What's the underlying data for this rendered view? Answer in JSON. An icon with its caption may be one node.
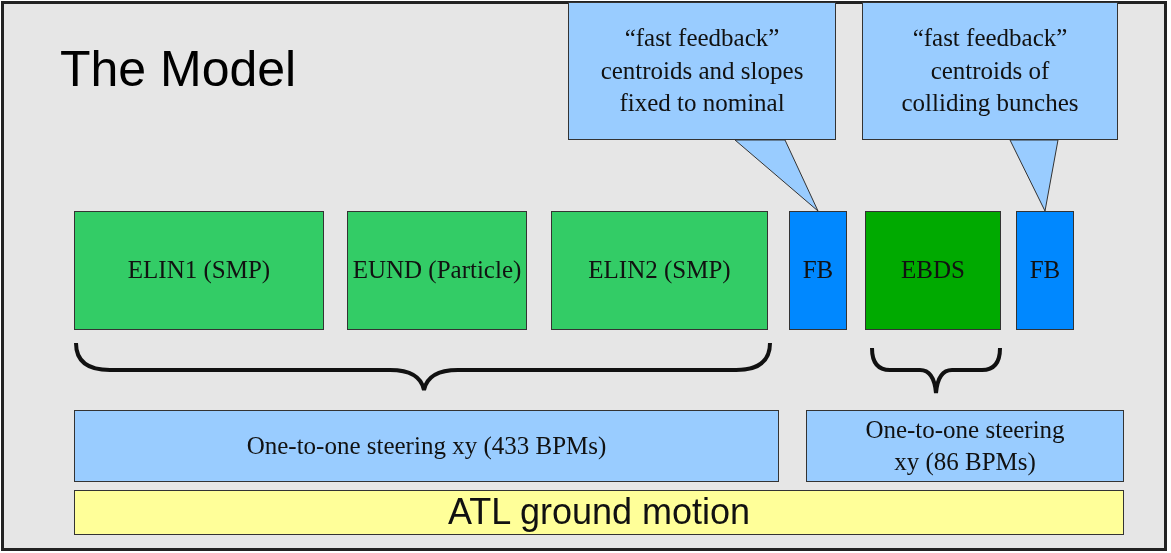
{
  "diagram": {
    "title": "The Model",
    "nodes": [
      {
        "text": [
          "ELIN1 (SMP)"
        ]
      },
      {
        "text": [
          "EUND (Particle)"
        ]
      },
      {
        "text": [
          "ELIN2 (SMP)"
        ]
      },
      {
        "text": [
          "FB"
        ]
      },
      {
        "text": [
          "EBDS"
        ]
      },
      {
        "text": [
          "FB"
        ]
      },
      {
        "text": [
          "“fast feedback” centroids and slopes fixed to nominal"
        ]
      },
      {
        "text": [
          "“fast feedback” centroids of colliding bunches"
        ]
      },
      {
        "text": [
          "One-to-one steering xy (433 BPMs)"
        ]
      },
      {
        "text": [
          "One-to-one steering xy (86 BPMs)"
        ]
      },
      {
        "text": [
          "ATL ground motion"
        ]
      }
    ],
    "edges": [
      {
        "from": 6,
        "to": 3,
        "arrow": "to"
      },
      {
        "from": 7,
        "to": 5,
        "arrow": "to"
      }
    ]
  }
}
